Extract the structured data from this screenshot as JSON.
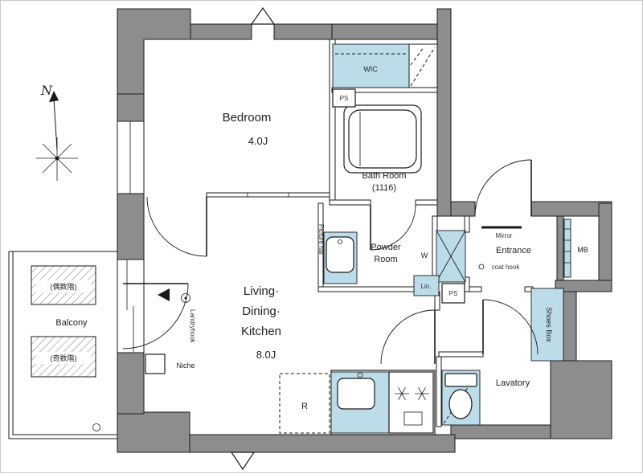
{
  "colors": {
    "wall_fill": "#8d8d8d",
    "highlight_fill": "#bcdcea",
    "outline": "#1a1a1a"
  },
  "compass": {
    "north": "N"
  },
  "rooms": {
    "bedroom": {
      "name": "Bedroom",
      "size": "4.0J"
    },
    "wic": {
      "name": "WIC"
    },
    "bath": {
      "name": "Bath Room",
      "size": "(1116)"
    },
    "powder": {
      "line1": "Powder",
      "line2": "Room"
    },
    "ldk": {
      "line1": "Living·",
      "line2": "Dining·",
      "line3": "Kitchen",
      "size": "8.0J"
    },
    "entrance": {
      "name": "Entrance"
    },
    "mb": {
      "name": "MB"
    },
    "balcony": {
      "name": "Balcony",
      "even_floor": "(偶数階)",
      "odd_floor": "(奇数階)"
    },
    "lavatory": {
      "name": "Lavatory"
    },
    "shoes_box": {
      "name": "Shoes Box"
    }
  },
  "fixtures": {
    "ps": "PS",
    "washer": "W",
    "linen": "Lin.",
    "refrigerator": "R",
    "niche": "Niche",
    "laundry_hook": "Landryhook",
    "picture_rail": "Picture rail",
    "mirror": "Mirror",
    "coat_hook": "coat hook"
  }
}
